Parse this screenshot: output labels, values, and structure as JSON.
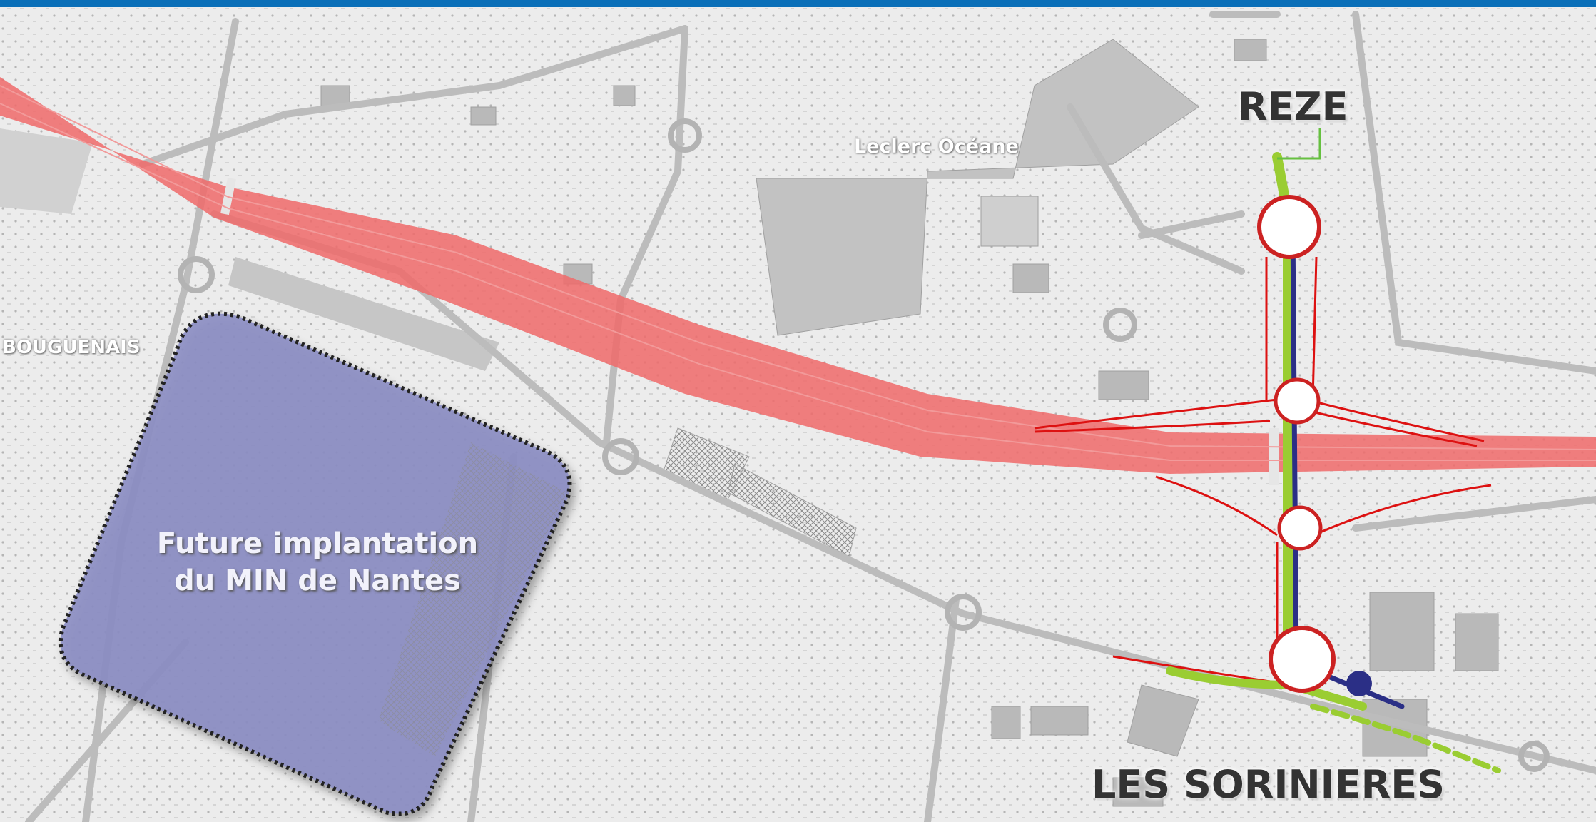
{
  "labels": {
    "reze": "REZE",
    "sorinieres": "LES SORINIERES",
    "leclerc": "Leclerc Océane",
    "bouguenais": "BOUGUENAIS",
    "future_line1": "Future implantation",
    "future_line2": "du MIN de Nantes"
  },
  "colors": {
    "header_bar": "#0a6fb8",
    "motorway": "#f06a6a",
    "zone_fill": "#8c8ec4",
    "zone_border": "#222222",
    "roundabout_border": "#cc2222",
    "green_path": "#9acd32",
    "blue_road": "#2b2f86",
    "red_ramps": "#dd1111"
  },
  "icons": [
    "roundabout-icon",
    "node-icon"
  ]
}
